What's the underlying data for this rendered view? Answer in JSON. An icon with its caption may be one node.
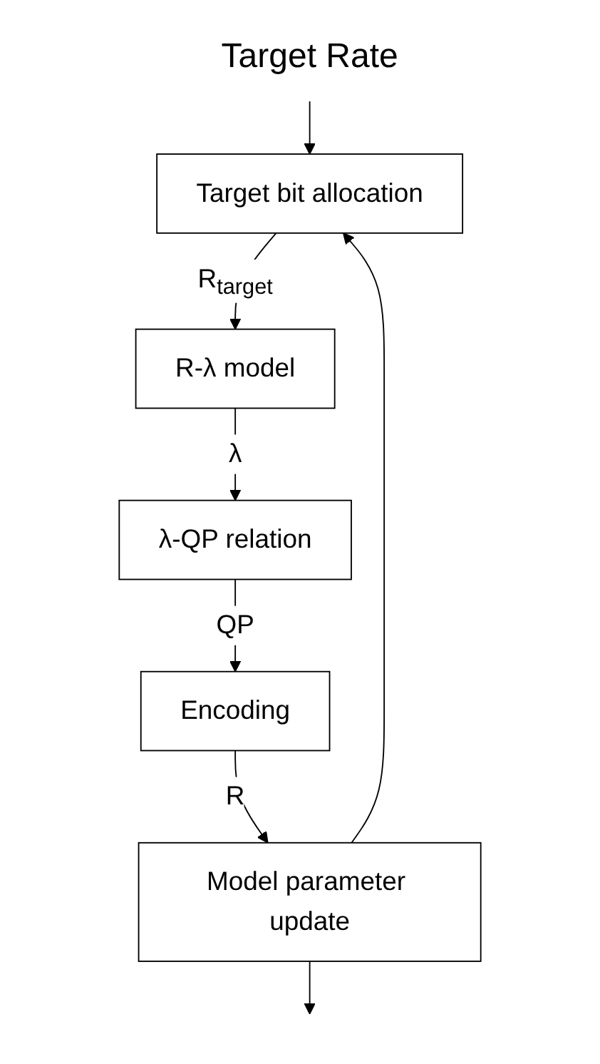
{
  "diagram": {
    "nodes": [
      {
        "text": [
          "Target Rate"
        ]
      },
      {
        "text": [
          "Target bit allocation"
        ]
      },
      {
        "text": [
          "R-λ model"
        ]
      },
      {
        "text": [
          "λ-QP relation"
        ]
      },
      {
        "text": [
          "Encoding"
        ]
      },
      {
        "text": [
          "Model parameter update"
        ]
      }
    ],
    "edges": [
      {
        "from": 0,
        "to": 1,
        "arrow": "to"
      },
      {
        "from": 1,
        "to": 2,
        "arrow": "to",
        "label": "R$_{target}$"
      },
      {
        "from": 2,
        "to": 3,
        "arrow": "to",
        "label": "λ"
      },
      {
        "from": 3,
        "to": 4,
        "arrow": "to",
        "label": "QP"
      },
      {
        "from": 4,
        "to": 5,
        "arrow": "to",
        "label": "R"
      },
      {
        "from": 5,
        "to": null,
        "arrow": "to"
      },
      {
        "from": 5,
        "to": 1,
        "arrow": "to"
      }
    ]
  }
}
